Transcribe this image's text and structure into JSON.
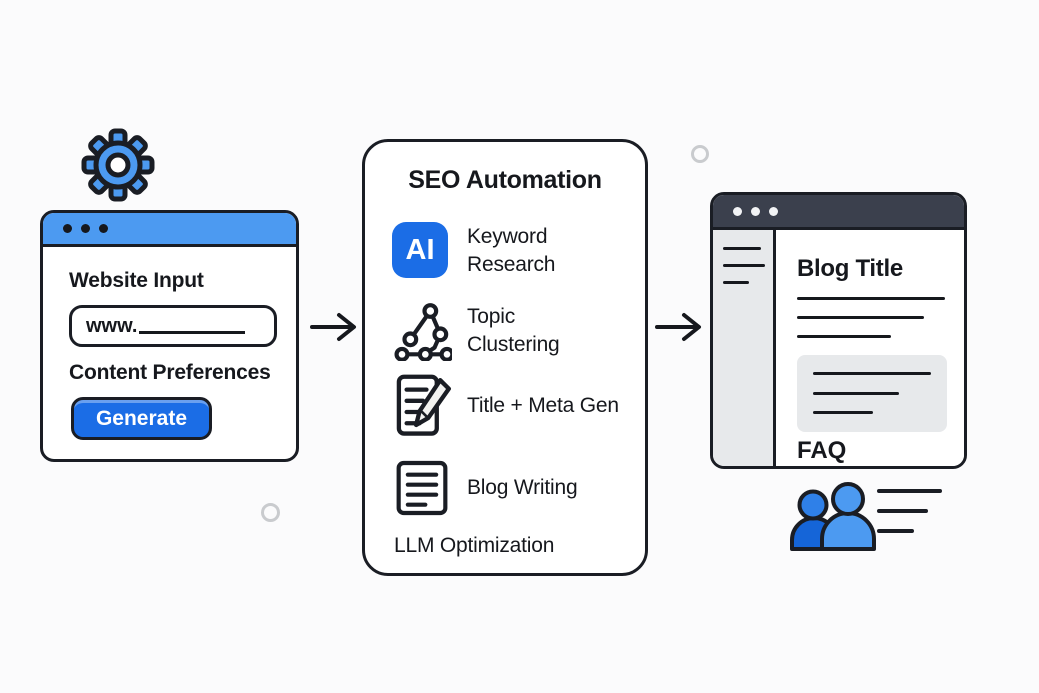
{
  "colors": {
    "background": "#FBFBFC",
    "outline": "#1A1D24",
    "text": "#16181D",
    "blue_light": "#4C9AF1",
    "blue_deep": "#1B6DE6",
    "blue_mid": "#2F80E8",
    "blue_dark": "#1565D8",
    "titlebar_dark": "#3B404D",
    "panel_gray": "#E7E9EB",
    "ring_gray": "#C9CBCE"
  },
  "input_window": {
    "website_label": "Website Input",
    "url_prefix": "www.",
    "preferences_label": "Content Preferences",
    "generate_label": "Generate"
  },
  "seo_panel": {
    "title": "SEO Automation",
    "items": [
      {
        "icon": "ai-badge-icon",
        "icon_text": "AI",
        "label": "Keyword\nResearch"
      },
      {
        "icon": "topic-cluster-icon",
        "label": "Topic\nClustering"
      },
      {
        "icon": "document-pencil-icon",
        "label": "Title + Meta Gen"
      },
      {
        "icon": "document-lines-icon",
        "label": "Blog Writing"
      }
    ],
    "footer": "LLM Optimization"
  },
  "blog_window": {
    "title": "Blog Title",
    "faq_label": "FAQ"
  }
}
